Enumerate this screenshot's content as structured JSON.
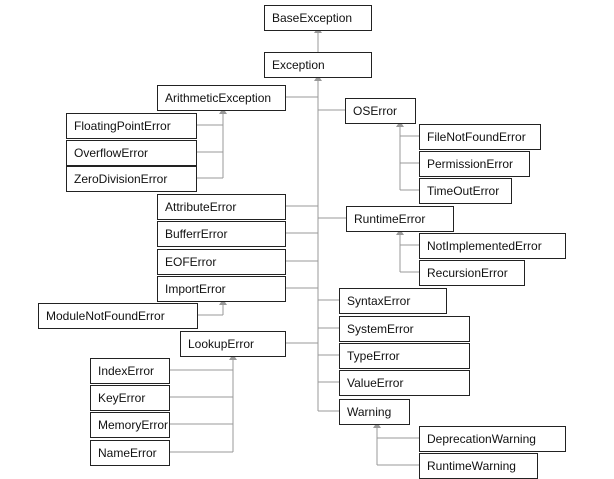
{
  "diagram": {
    "nodes": {
      "base_exception": "BaseException",
      "exception": "Exception",
      "arithmetic_exception": "ArithmeticException",
      "floating_point_error": "FloatingPointError",
      "overflow_error": "OverflowError",
      "zero_division_error": "ZeroDivisionError",
      "os_error": "OSError",
      "file_not_found_error": "FileNotFoundError",
      "permission_error": "PermissionError",
      "time_out_error": "TimeOutError",
      "attribute_error": "AttributeError",
      "bufferr_error": "BufferrError",
      "eof_error": "EOFError",
      "import_error": "ImportError",
      "module_not_found_error": "ModuleNotFoundError",
      "lookup_error": "LookupError",
      "index_error": "IndexError",
      "key_error": "KeyError",
      "memory_error": "MemoryError",
      "name_error": "NameError",
      "runtime_error": "RuntimeError",
      "not_implemented_error": "NotImplementedError",
      "recursion_error": "RecursionError",
      "syntax_error": "SyntaxError",
      "system_error": "SystemError",
      "type_error": "TypeError",
      "value_error": "ValueError",
      "warning": "Warning",
      "deprecation_warning": "DeprecationWarning",
      "runtime_warning": "RuntimeWarning"
    },
    "edges": [
      [
        "exception",
        "base_exception"
      ],
      [
        "arithmetic_exception",
        "exception"
      ],
      [
        "os_error",
        "exception"
      ],
      [
        "attribute_error",
        "exception"
      ],
      [
        "bufferr_error",
        "exception"
      ],
      [
        "eof_error",
        "exception"
      ],
      [
        "import_error",
        "exception"
      ],
      [
        "lookup_error",
        "exception"
      ],
      [
        "runtime_error",
        "exception"
      ],
      [
        "syntax_error",
        "exception"
      ],
      [
        "system_error",
        "exception"
      ],
      [
        "type_error",
        "exception"
      ],
      [
        "value_error",
        "exception"
      ],
      [
        "warning",
        "exception"
      ],
      [
        "floating_point_error",
        "arithmetic_exception"
      ],
      [
        "overflow_error",
        "arithmetic_exception"
      ],
      [
        "zero_division_error",
        "arithmetic_exception"
      ],
      [
        "file_not_found_error",
        "os_error"
      ],
      [
        "permission_error",
        "os_error"
      ],
      [
        "time_out_error",
        "os_error"
      ],
      [
        "not_implemented_error",
        "runtime_error"
      ],
      [
        "recursion_error",
        "runtime_error"
      ],
      [
        "module_not_found_error",
        "import_error"
      ],
      [
        "index_error",
        "lookup_error"
      ],
      [
        "key_error",
        "lookup_error"
      ],
      [
        "memory_error",
        "lookup_error"
      ],
      [
        "name_error",
        "lookup_error"
      ],
      [
        "deprecation_warning",
        "warning"
      ],
      [
        "runtime_warning",
        "warning"
      ]
    ]
  }
}
